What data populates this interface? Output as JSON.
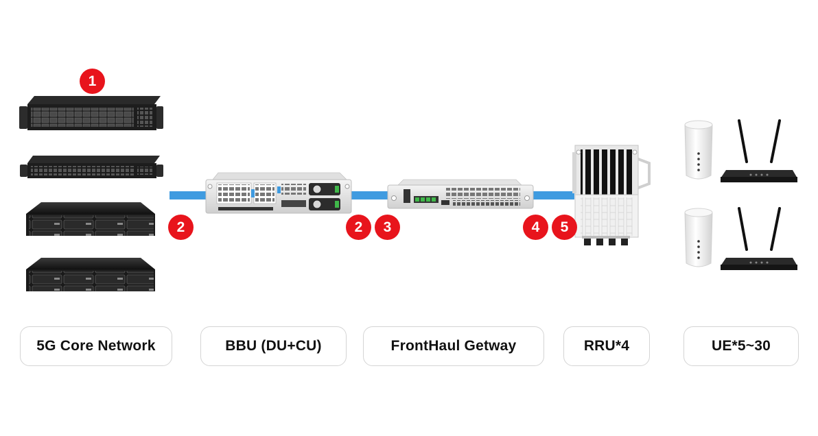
{
  "labels": {
    "core": "5G Core Network",
    "bbu": "BBU (DU+CU)",
    "fronthaul": "FrontHaul Getway",
    "rru": "RRU*4",
    "ue": "UE*5~30"
  },
  "badges": {
    "core": "1",
    "link_core_bbu": "2",
    "link_bbu_out": "2",
    "link_fronthaul_in": "3",
    "link_fronthaul_out": "4",
    "link_rru_in": "5"
  },
  "colors": {
    "link": "#3f9be0",
    "badge": "#e8141c",
    "device_dark": "#1c1c1c",
    "device_light": "#e6e6e6"
  },
  "icons": {
    "switch": "rack-switch-icon",
    "storage": "rack-storage-icon",
    "bbu": "server-icon",
    "gateway": "gateway-icon",
    "rru": "radio-unit-icon",
    "cpe": "cpe-icon",
    "router": "router-icon"
  }
}
